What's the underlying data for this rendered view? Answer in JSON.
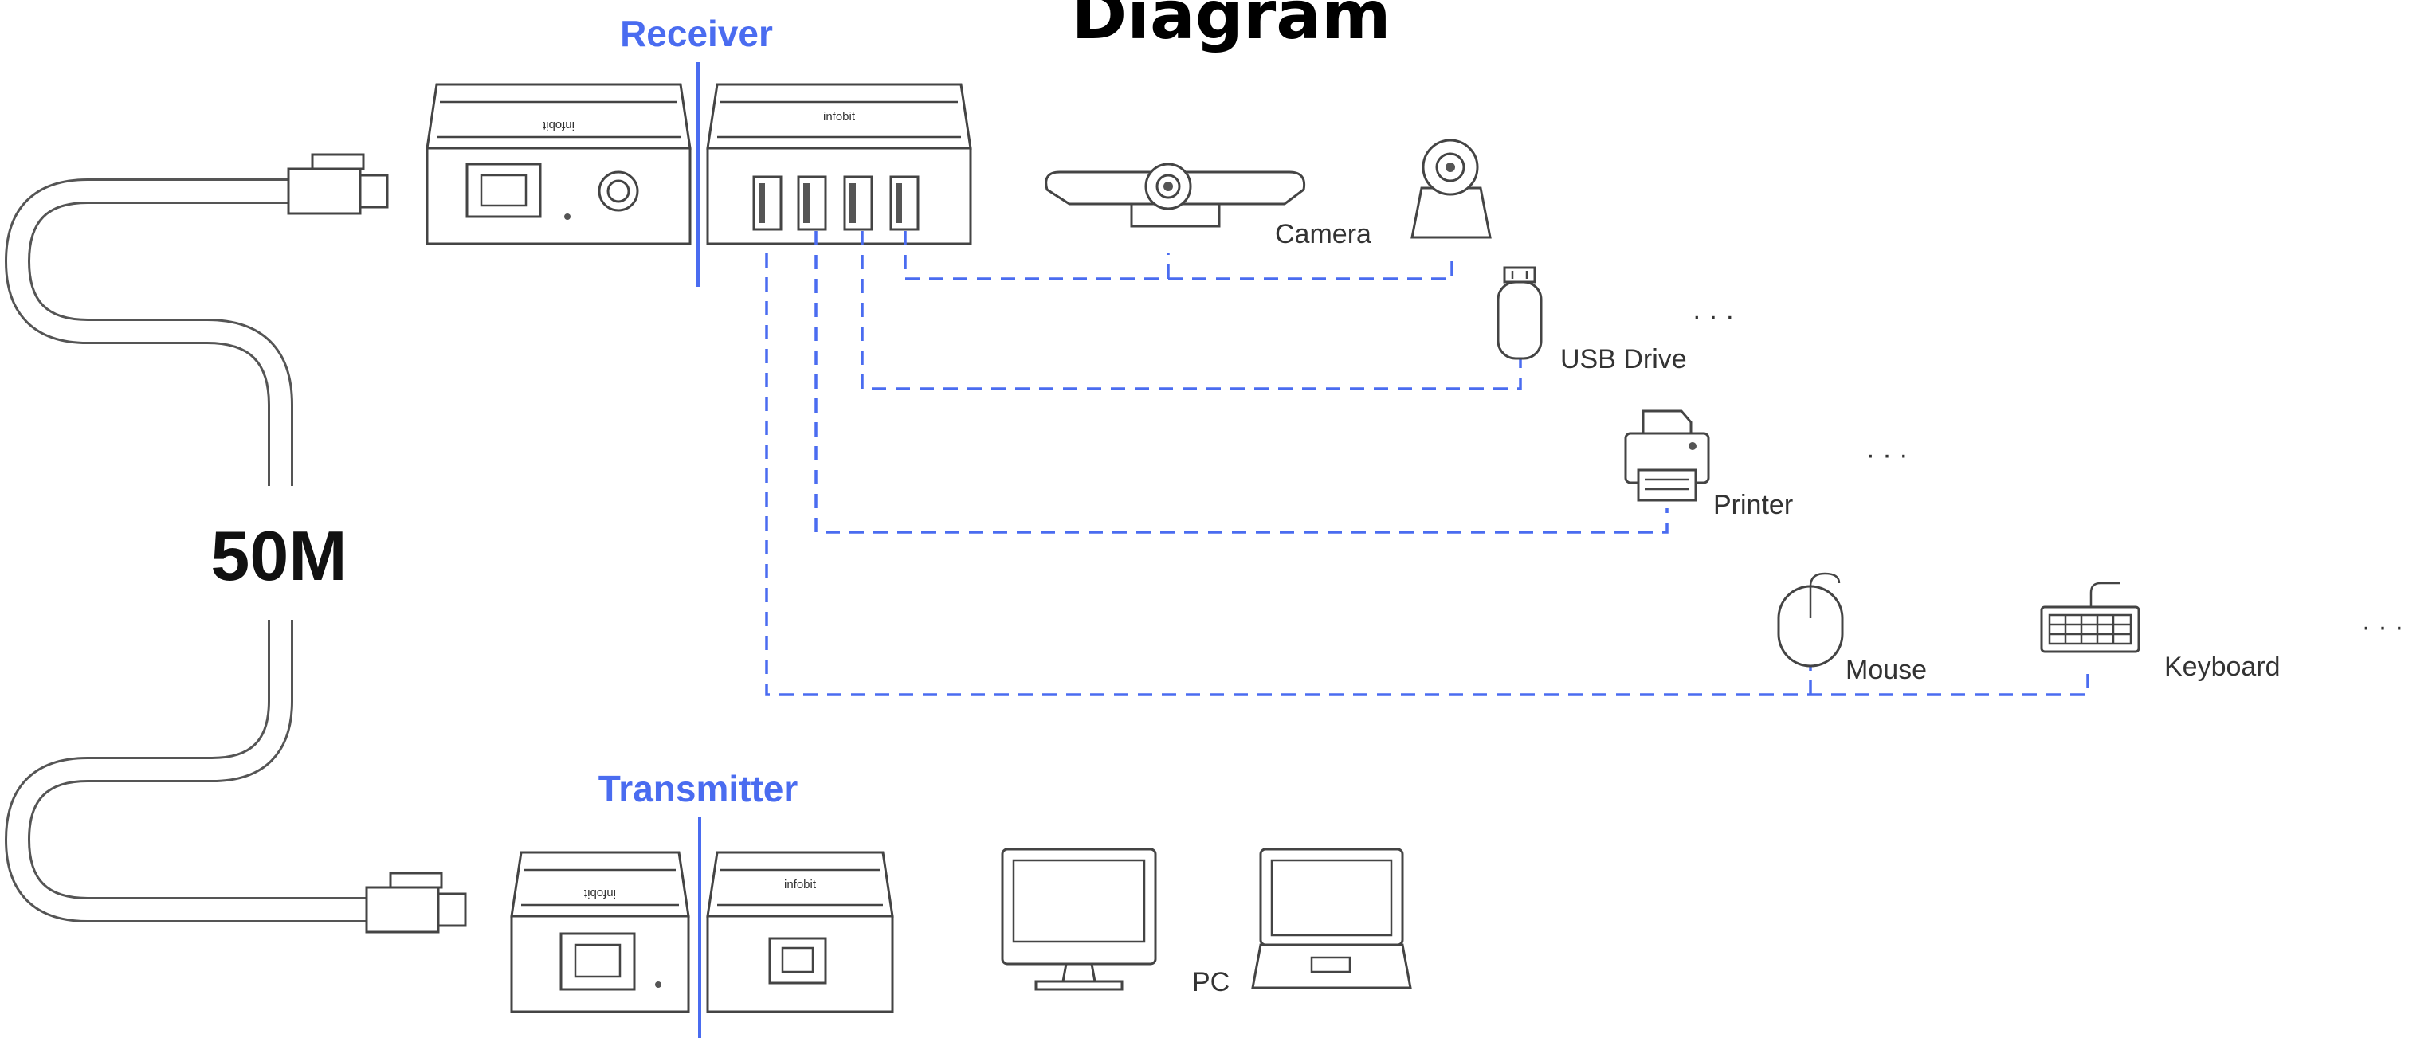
{
  "title": "Diagram",
  "receiver_label": "Receiver",
  "transmitter_label": "Transmitter",
  "cable_length": "50M",
  "brand": "infobit",
  "devices": {
    "camera": "Camera",
    "usb_drive": "USB Drive",
    "printer": "Printer",
    "mouse": "Mouse",
    "keyboard": "Keyboard",
    "pc": "PC"
  },
  "ellipsis": "· · ·",
  "colors": {
    "accent": "#4a6cf0",
    "line": "#444444"
  }
}
